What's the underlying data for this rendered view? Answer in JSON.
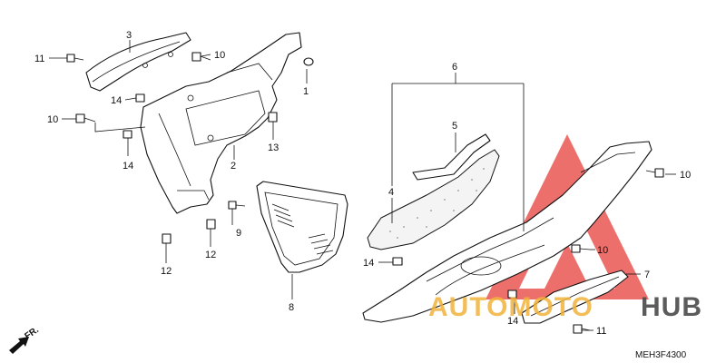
{
  "diagram": {
    "part_labels": [
      {
        "id": "1",
        "text": "1"
      },
      {
        "id": "2",
        "text": "2"
      },
      {
        "id": "3",
        "text": "3"
      },
      {
        "id": "4",
        "text": "4"
      },
      {
        "id": "5",
        "text": "5"
      },
      {
        "id": "6",
        "text": "6"
      },
      {
        "id": "7",
        "text": "7"
      },
      {
        "id": "8",
        "text": "8"
      },
      {
        "id": "9",
        "text": "9"
      },
      {
        "id": "10a",
        "text": "10"
      },
      {
        "id": "10b",
        "text": "10"
      },
      {
        "id": "10c",
        "text": "10"
      },
      {
        "id": "10d",
        "text": "10"
      },
      {
        "id": "11a",
        "text": "11"
      },
      {
        "id": "11b",
        "text": "11"
      },
      {
        "id": "12a",
        "text": "12"
      },
      {
        "id": "12b",
        "text": "12"
      },
      {
        "id": "13",
        "text": "13"
      },
      {
        "id": "14a",
        "text": "14"
      },
      {
        "id": "14b",
        "text": "14"
      },
      {
        "id": "14c",
        "text": "14"
      },
      {
        "id": "14d",
        "text": "14"
      }
    ],
    "direction_label": "FR.",
    "drawing_code": "MEH3F4300"
  },
  "watermark": {
    "part_a": "AUTOMOTO",
    "part_b": "HUB",
    "colors": {
      "triangle": "#e8403a",
      "text_a": "#f2b23a",
      "text_b": "#4a4a4a"
    }
  }
}
